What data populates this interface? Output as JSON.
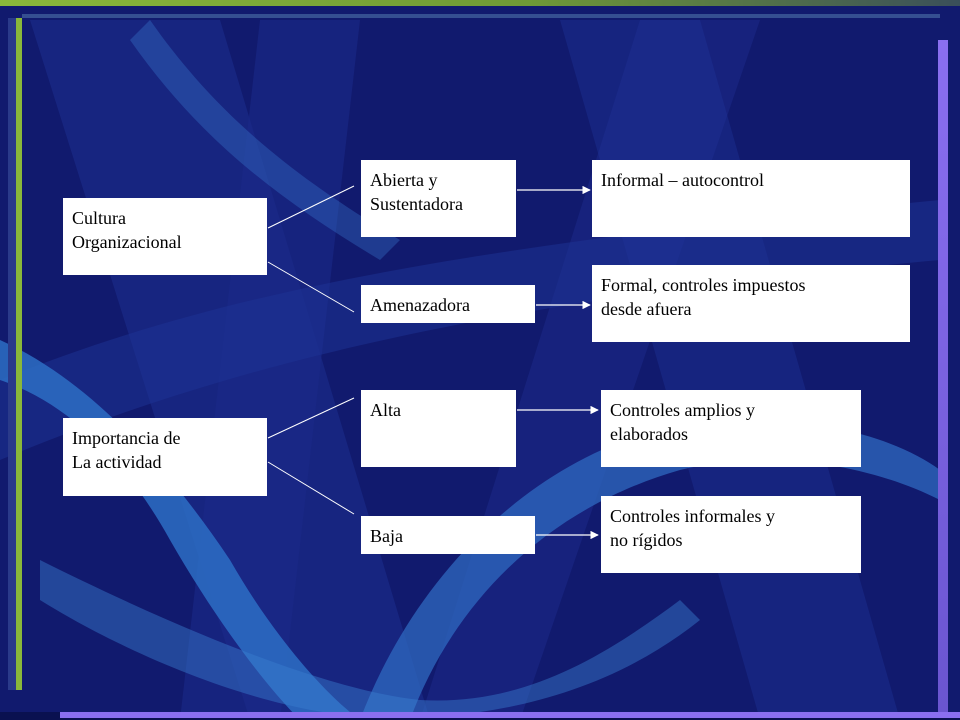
{
  "diagram": {
    "roots": [
      {
        "label": "Cultura\nOrganizacional",
        "branches": [
          {
            "label": "Abierta y\nSustentadora",
            "result": "Informal – autocontrol"
          },
          {
            "label": "Amenazadora",
            "result": "Formal, controles impuestos\ndesde afuera"
          }
        ]
      },
      {
        "label": "Importancia de\nLa actividad",
        "branches": [
          {
            "label": "Alta",
            "result": "Controles amplios y\nelaborados"
          },
          {
            "label": "Baja",
            "result": "Controles informales y\nno rígidos"
          }
        ]
      }
    ]
  },
  "colors": {
    "background": "#111a6e",
    "frame_green": "#8ab83a",
    "frame_purple": "#8a6ff0",
    "box_fill": "#ffffff",
    "connector": "#ffffff"
  }
}
